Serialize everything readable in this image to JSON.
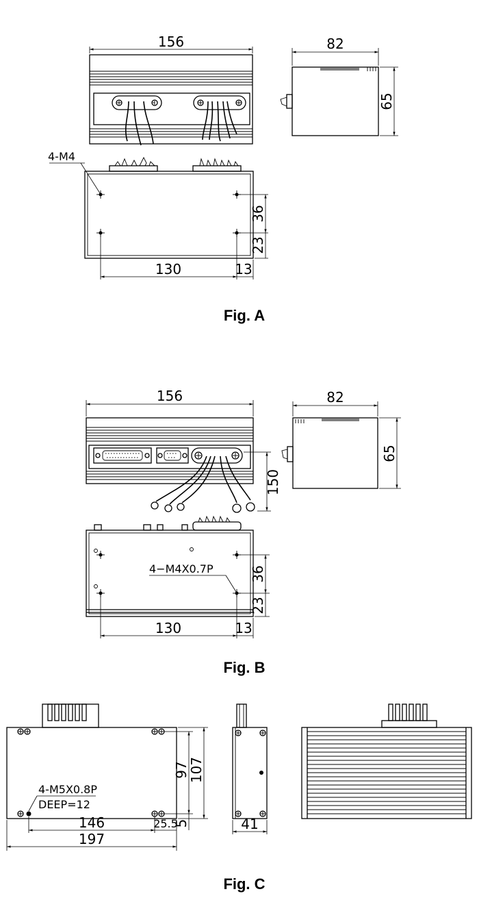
{
  "figures": {
    "a": {
      "caption": "Fig. A",
      "dims": {
        "width": "156",
        "depth": "82",
        "height": "65",
        "holes_x": "130",
        "edge_x": "13",
        "holes_y": "36",
        "edge_y": "23"
      },
      "holes_label": "4-M4"
    },
    "b": {
      "caption": "Fig. B",
      "dims": {
        "width": "156",
        "depth": "82",
        "height": "65",
        "cable": "150",
        "holes_x": "130",
        "edge_x": "13",
        "holes_y": "36",
        "edge_y": "23"
      },
      "holes_label": "4−M4X0.7P"
    },
    "c": {
      "caption": "Fig. C",
      "dims": {
        "inner_h": "97",
        "outer_h": "107",
        "holes_x": "146",
        "offset_x": "25.5",
        "edge_y": "5",
        "total_w": "197",
        "side_w": "41"
      },
      "holes_label": "4-M5X0.8P",
      "holes_depth": "DEEP=12"
    }
  }
}
